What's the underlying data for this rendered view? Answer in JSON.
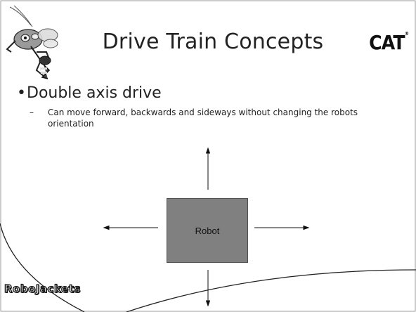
{
  "slide": {
    "title": "Drive Train Concepts",
    "brand_logo_text": "CAT",
    "brand_logo_mark": "®",
    "bullet": "Double axis drive",
    "sub_bullet": "Can move forward, backwards and sideways without changing the robots orientation",
    "robot_label": "Robot",
    "footer_logo_text": "RoboJackets",
    "mascot_icon": "yellow-jacket-mascot-icon"
  },
  "colors": {
    "robot_fill": "#808080",
    "text": "#222222"
  }
}
